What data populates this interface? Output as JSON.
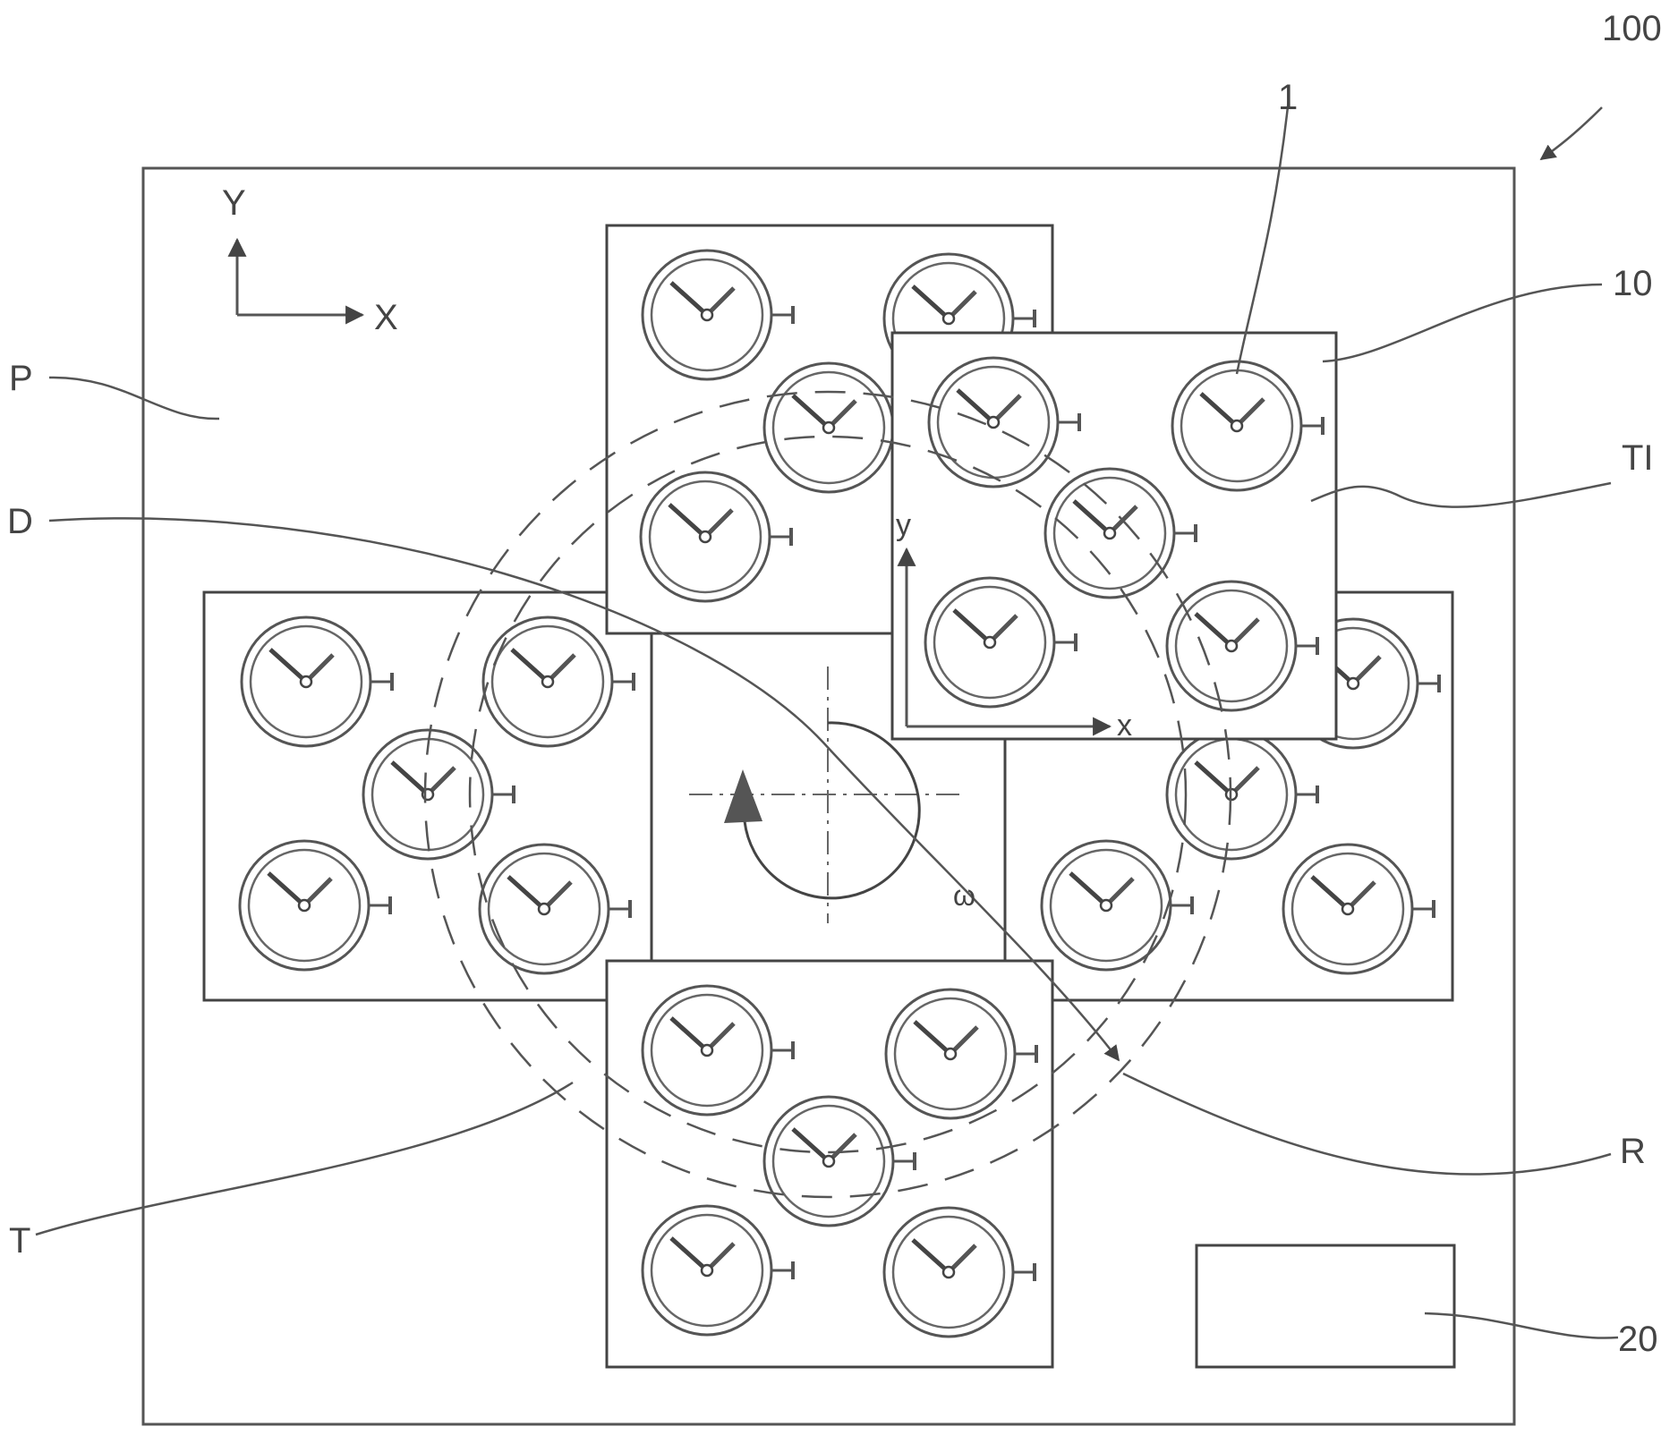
{
  "figure": {
    "ref_main": "100",
    "ref_watch": "1",
    "ref_tray": "10",
    "ref_trajectory_item": "TI",
    "ref_plate": "P",
    "ref_direction": "D",
    "ref_trajectory": "T",
    "ref_rotation": "R",
    "ref_controller": "20",
    "omega": "ω",
    "axes_global": {
      "x": "X",
      "y": "Y"
    },
    "axes_local": {
      "x": "x",
      "y": "y"
    }
  },
  "colors": {
    "line": "#555555",
    "dark": "#333333",
    "background": "#ffffff"
  },
  "trays": [
    {
      "name": "tray-top",
      "watches": 5
    },
    {
      "name": "tray-left",
      "watches": 5
    },
    {
      "name": "tray-right",
      "watches": 5
    },
    {
      "name": "tray-bottom",
      "watches": 5
    },
    {
      "name": "tray-center",
      "watches": 0
    },
    {
      "name": "tray-overlay-10",
      "watches": 5
    }
  ],
  "icons": [
    "watch-icon",
    "rotation-arrow-icon",
    "leader-arrow-icon"
  ]
}
